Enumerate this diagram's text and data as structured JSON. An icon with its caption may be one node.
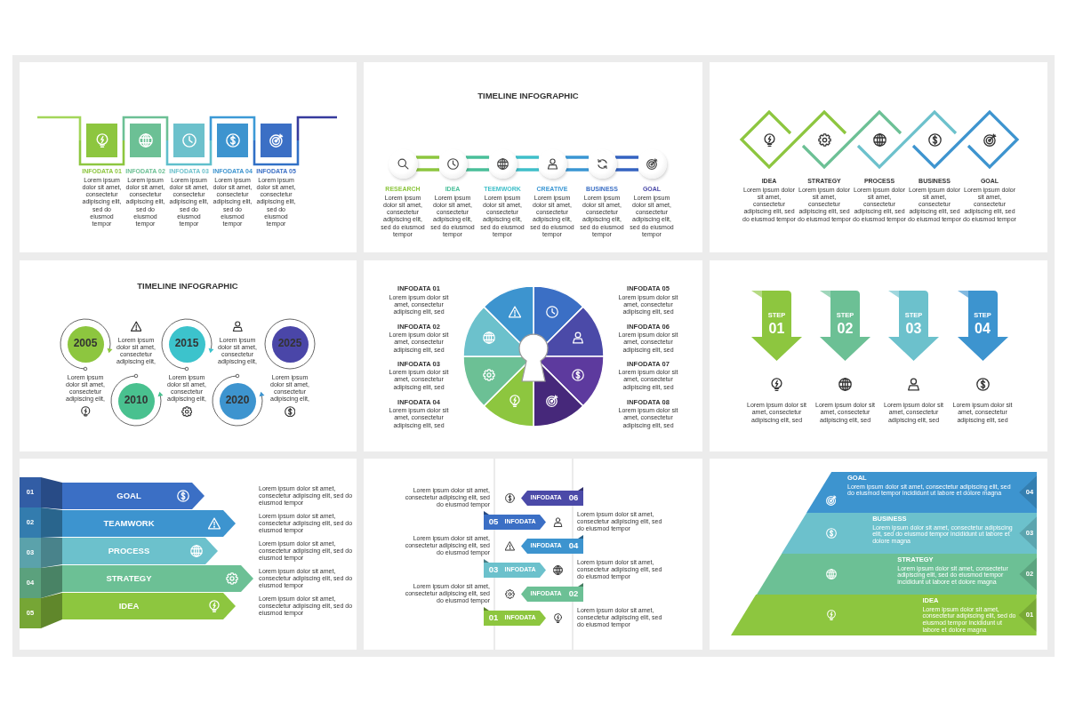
{
  "diagram": {
    "nodes": [
      {
        "text": [],
        "shape": "box"
      },
      {
        "text": [],
        "shape": "box",
        "in": 0,
        "beside": [
          "INFODATA 01",
          "Lorem ipsum dolor sit amet, consectetur adipiscing elit, sed do eiusmod tempor"
        ]
      },
      {
        "text": [],
        "shape": "box",
        "in": 0,
        "beside": [
          "INFODATA 02",
          "Lorem ipsum dolor sit amet, consectetur adipiscing elit, sed do eiusmod tempor"
        ]
      },
      {
        "text": [],
        "shape": "box",
        "in": 0,
        "beside": [
          "INFODATA 03",
          "Lorem ipsum dolor sit amet, consectetur adipiscing elit, sed do eiusmod tempor"
        ]
      },
      {
        "text": [],
        "shape": "box",
        "in": 0,
        "beside": [
          "INFODATA 04",
          "Lorem ipsum dolor sit amet, consectetur adipiscing elit, sed do eiusmod tempor"
        ]
      },
      {
        "text": [],
        "shape": "box",
        "in": 0,
        "beside": [
          "INFODATA 05",
          "Lorem ipsum dolor sit amet, consectetur adipiscing elit, sed do eiusmod tempor"
        ]
      },
      {
        "text": [
          "TIMELINE INFOGRAPHIC"
        ]
      },
      {
        "text": [],
        "shape": "circle",
        "in": 6,
        "beside": [
          "RESEARCH",
          "Lorem ipsum dolor sit amet, consectetur adipiscing elit, sed do eiusmod tempor"
        ]
      },
      {
        "text": [],
        "shape": "circle",
        "in": 6,
        "beside": [
          "IDEA",
          "Lorem ipsum dolor sit amet, consectetur adipiscing elit, sed do eiusmod tempor"
        ]
      },
      {
        "text": [],
        "shape": "circle",
        "in": 6,
        "beside": [
          "TEEMWORK",
          "Lorem ipsum dolor sit amet, consectetur adipiscing elit, sed do eiusmod tempor"
        ]
      },
      {
        "text": [],
        "shape": "circle",
        "in": 6,
        "beside": [
          "CREATIVE",
          "Lorem ipsum dolor sit amet, consectetur adipiscing elit, sed do eiusmod tempor"
        ]
      },
      {
        "text": [],
        "shape": "circle",
        "in": 6,
        "beside": [
          "BUSINESS",
          "Lorem ipsum dolor sit amet, consectetur adipiscing elit, sed do eiusmod tempor"
        ]
      },
      {
        "text": [],
        "shape": "circle",
        "in": 6,
        "beside": [
          "GOAL",
          "Lorem ipsum dolor sit amet, consectetur adipiscing elit, sed do eiusmod tempor"
        ]
      },
      {
        "text": [],
        "shape": "box"
      },
      {
        "text": [
          "TIMELINE INFOGRAPHIC"
        ]
      },
      {
        "text": [
          "2005"
        ],
        "in": 14,
        "beside": [
          "Lorem ipsum dolor sit amet, consectetur adipiscing elit,"
        ]
      },
      {
        "text": [
          "2010"
        ],
        "in": 14,
        "beside": [
          "Lorem ipsum dolor sit amet, consectetur adipiscing elit,"
        ]
      },
      {
        "text": [
          "2015"
        ],
        "in": 14,
        "beside": [
          "Lorem ipsum dolor sit amet, consectetur adipiscing elit,"
        ]
      },
      {
        "text": [
          "2020"
        ],
        "in": 14,
        "beside": [
          "Lorem ipsum dolor sit amet, consectetur adipiscing elit,"
        ]
      },
      {
        "text": [
          "2025"
        ],
        "in": 14,
        "beside": [
          "Lorem ipsum dolor sit amet, consectetur adipiscing elit,"
        ]
      },
      {
        "text": [],
        "shape": "box"
      },
      {
        "text": [],
        "shape": "box"
      },
      {
        "text": [
          "STEP",
          "01"
        ],
        "in": 21
      },
      {
        "text": [
          "STEP",
          "02"
        ],
        "in": 21
      },
      {
        "text": [
          "STEP",
          "03"
        ],
        "in": 21
      },
      {
        "text": [
          "STEP",
          "04"
        ],
        "in": 21
      },
      {
        "text": [],
        "shape": "box"
      },
      {
        "text": [
          "01",
          "GOAL"
        ],
        "in": 26
      },
      {
        "text": [
          "02",
          "TEAMWORK"
        ],
        "in": 26
      },
      {
        "text": [
          "03",
          "PROCESS"
        ],
        "in": 26
      },
      {
        "text": [
          "04",
          "STRATEGY"
        ],
        "in": 26
      },
      {
        "text": [
          "05",
          "IDEA"
        ],
        "in": 26
      },
      {
        "text": [],
        "shape": "box"
      },
      {
        "text": [
          "INFODATA",
          "06"
        ],
        "in": 32
      },
      {
        "text": [
          "05",
          "INFODATA"
        ],
        "in": 32
      },
      {
        "text": [
          "INFODATA",
          "04"
        ],
        "in": 32
      },
      {
        "text": [
          "03",
          "INFODATA"
        ],
        "in": 32
      },
      {
        "text": [
          "INFODATA",
          "02"
        ],
        "in": 32
      },
      {
        "text": [
          "01",
          "INFODATA"
        ],
        "in": 32
      },
      {
        "text": [],
        "shape": "box"
      },
      {
        "text": [
          "GOAL",
          "Lorem ipsum dolor sit amet, consectetur adipiscing elit, sed do eiusmod tempor incididunt ut labore et dolore magna",
          "04"
        ],
        "in": 39
      },
      {
        "text": [
          "BUSINESS",
          "Lorem ipsum dolor sit amet, consectetur adipiscing elit, sed do eiusmod tempor incididunt ut labore et dolore magna",
          "03"
        ],
        "in": 39
      },
      {
        "text": [
          "STRATEGY",
          "Lorem ipsum dolor sit amet, consectetur adipiscing elit, sed do eiusmod tempor incididunt ut labore et dolore magna",
          "02"
        ],
        "in": 39
      },
      {
        "text": [
          "IDEA",
          "Lorem ipsum dolor sit amet, consectetur adipiscing elit, sed do eiusmod tempor incididunt ut labore et dolore magna",
          "01"
        ],
        "in": 39
      }
    ],
    "edges": [
      {
        "from": 7,
        "to": 8,
        "arrow": "none",
        "color": "#8dc63f"
      },
      {
        "from": 8,
        "to": 9,
        "arrow": "none",
        "color": "#49bf99"
      },
      {
        "from": 9,
        "to": 10,
        "arrow": "none",
        "color": "#3fbfc9"
      },
      {
        "from": 10,
        "to": 11,
        "arrow": "none",
        "color": "#3a96d3"
      },
      {
        "from": 11,
        "to": 12,
        "arrow": "none",
        "color": "#3463c1"
      }
    ],
    "labels": [
      "IDEA",
      "Lorem ipsum dolor sit amet, consectetur adipiscing elit, sed do eiusmod tempor",
      "STRATEGY",
      "Lorem ipsum dolor sit amet, consectetur adipiscing elit, sed do eiusmod tempor",
      "PROCESS",
      "Lorem ipsum dolor sit amet, consectetur adipiscing elit, sed do eiusmod tempor",
      "BUSINESS",
      "Lorem ipsum dolor sit amet, consectetur adipiscing elit, sed do eiusmod tempor",
      "GOAL",
      "Lorem ipsum dolor sit amet, consectetur adipiscing elit, sed do eiusmod tempor",
      "INFODATA 01",
      "Lorem ipsum dolor sit amet, consectetur adipiscing elit, sed",
      "INFODATA 05",
      "Lorem ipsum dolor sit amet, consectetur adipiscing elit, sed",
      "INFODATA 02",
      "Lorem ipsum dolor sit amet, consectetur adipiscing elit, sed",
      "INFODATA 06",
      "Lorem ipsum dolor sit amet, consectetur adipiscing elit, sed",
      "INFODATA 03",
      "Lorem ipsum dolor sit amet, consectetur adipiscing elit, sed",
      "INFODATA 07",
      "Lorem ipsum dolor sit amet, consectetur adipiscing elit, sed",
      "INFODATA 04",
      "Lorem ipsum dolor sit amet, consectetur adipiscing elit, sed",
      "INFODATA 08",
      "Lorem ipsum dolor sit amet, consectetur adipiscing elit, sed",
      "Lorem ipsum dolor sit amet, consectetur adipiscing elit, sed",
      "Lorem ipsum dolor sit amet, consectetur adipiscing elit, sed",
      "Lorem ipsum dolor sit amet, consectetur adipiscing elit, sed",
      "Lorem ipsum dolor sit amet, consectetur adipiscing elit, sed",
      "Lorem ipsum dolor sit amet, consectetur adipiscing elit, sed do eiusmod tempor",
      "Lorem ipsum dolor sit amet, consectetur adipiscing elit, sed do eiusmod tempor",
      "Lorem ipsum dolor sit amet, consectetur adipiscing elit, sed do eiusmod tempor",
      "Lorem ipsum dolor sit amet, consectetur adipiscing elit, sed do eiusmod tempor",
      "Lorem ipsum dolor sit amet, consectetur adipiscing elit, sed do eiusmod tempor",
      "Lorem ipsum dolor sit amet, consectetur adipiscing elit, sed do eiusmod tempor",
      "Lorem ipsum dolor sit amet, consectetur adipiscing elit, sed do eiusmod tempor",
      "Lorem ipsum dolor sit amet, consectetur adipiscing elit, sed do eiusmod tempor",
      "Lorem ipsum dolor sit amet, consectetur adipiscing elit, sed do eiusmod tempor",
      "Lorem ipsum dolor sit amet, consectetur adipiscing elit, sed do eiusmod tempor",
      "Lorem ipsum dolor sit amet, consectetur adipiscing elit, sed do eiusmod tempor"
    ]
  }
}
